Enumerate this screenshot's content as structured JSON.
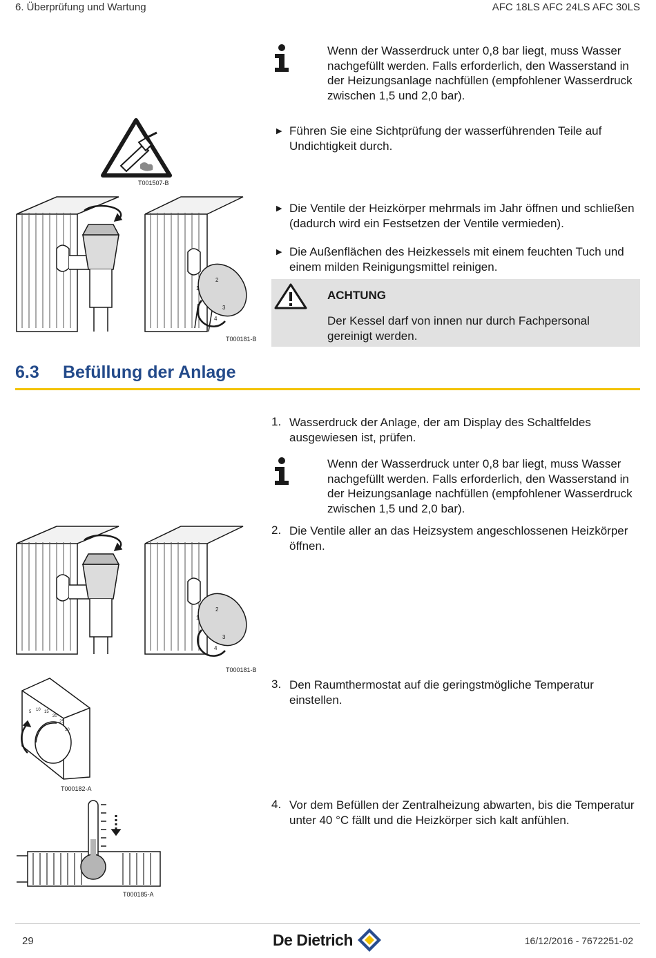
{
  "header": {
    "section": "6.  Überprüfung und Wartung",
    "models": "AFC 18LS AFC 24LS AFC 30LS"
  },
  "notes": {
    "pressure_note_1": "Wenn der Wasserdruck unter 0,8 bar liegt, muss Wasser nachgefüllt werden. Falls erforderlich, den Wasserstand in der Heizungsanlage nachfüllen (empfohlener Wasserdruck zwischen 1,5 und 2,0 bar).",
    "pressure_note_2": "Wenn der Wasserdruck unter 0,8 bar liegt, muss Wasser nachgefüllt werden. Falls erforderlich, den Wasserstand in der Heizungsanlage nachfüllen (empfohlener Wasserdruck zwischen 1,5 und 2,0 bar)."
  },
  "bullets": [
    "Führen Sie eine Sichtprüfung der wasserführenden Teile auf Undichtigkeit durch.",
    "Die Ventile der Heizkörper mehrmals im Jahr öffnen und schließen (dadurch wird ein Festsetzen der Ventile vermieden).",
    "Die Außenflächen des Heizkessels mit einem feuchten Tuch und einem milden Reinigungsmittel reinigen."
  ],
  "warning": {
    "title": "ACHTUNG",
    "text": "Der Kessel darf von innen nur durch Fachpersonal gereinigt werden."
  },
  "section": {
    "number": "6.3",
    "title": "Befüllung der Anlage"
  },
  "steps": [
    {
      "num": "1.",
      "text": "Wasserdruck der Anlage, der am Display des Schaltfeldes ausgewiesen ist, prüfen."
    },
    {
      "num": "2.",
      "text": "Die Ventile aller an das Heizsystem angeschlossenen Heizkörper öffnen."
    },
    {
      "num": "3.",
      "text": "Den Raumthermostat auf die geringstmögliche Temperatur einstellen."
    },
    {
      "num": "4.",
      "text": "Vor dem Befüllen der Zentralheizung abwarten, bis die Temperatur unter 40 °C fällt und die Heizkörper sich kalt anfühlen."
    }
  ],
  "figures": {
    "leak": "T001507-B",
    "valves_1": "T000181-B",
    "valves_2": "T000181-B",
    "thermostat": "T000182-A",
    "temperature": "T000185-A",
    "dial_marks": [
      "5",
      "10",
      "15",
      "20",
      "25",
      "30"
    ],
    "valve_scale": [
      "1",
      "2",
      "3",
      "4"
    ]
  },
  "footer": {
    "page": "29",
    "brand": "De Dietrich",
    "doc_ref": "16/12/2016 - 7672251-02"
  }
}
